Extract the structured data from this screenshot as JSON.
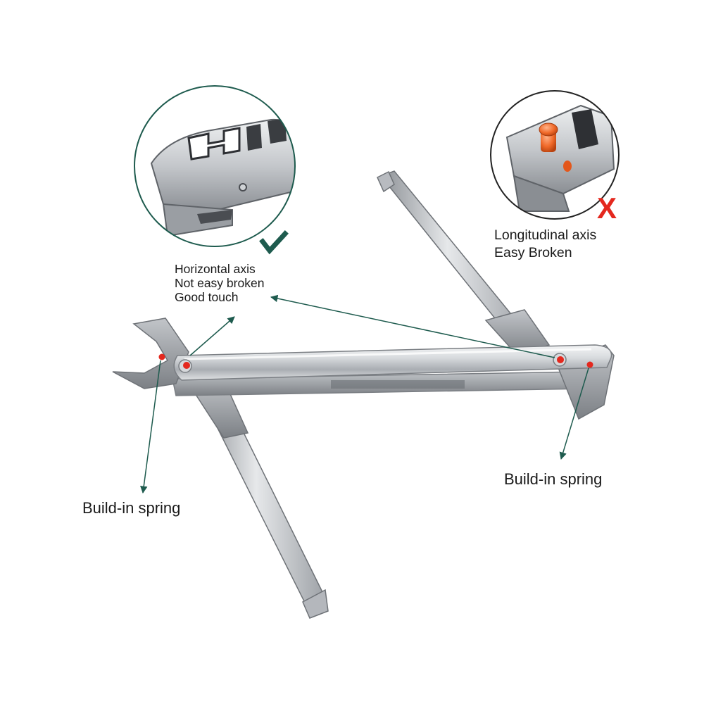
{
  "callouts": {
    "good": {
      "lines": [
        "Horizontal axis",
        "Not easy broken",
        "Good touch"
      ],
      "mark": "check-icon",
      "ring_color": "#1e5b4e"
    },
    "bad": {
      "lines": [
        "Longitudinal axis",
        "Easy Broken"
      ],
      "mark": "X",
      "mark_color": "#e4281e",
      "ring_color": "#222222"
    }
  },
  "spring_labels": {
    "left": "Build-in spring",
    "right": "Build-in spring"
  },
  "colors": {
    "pointer": "#1e5b4e",
    "pivot_dot": "#e4281e",
    "steel": "#c9ccd0"
  }
}
